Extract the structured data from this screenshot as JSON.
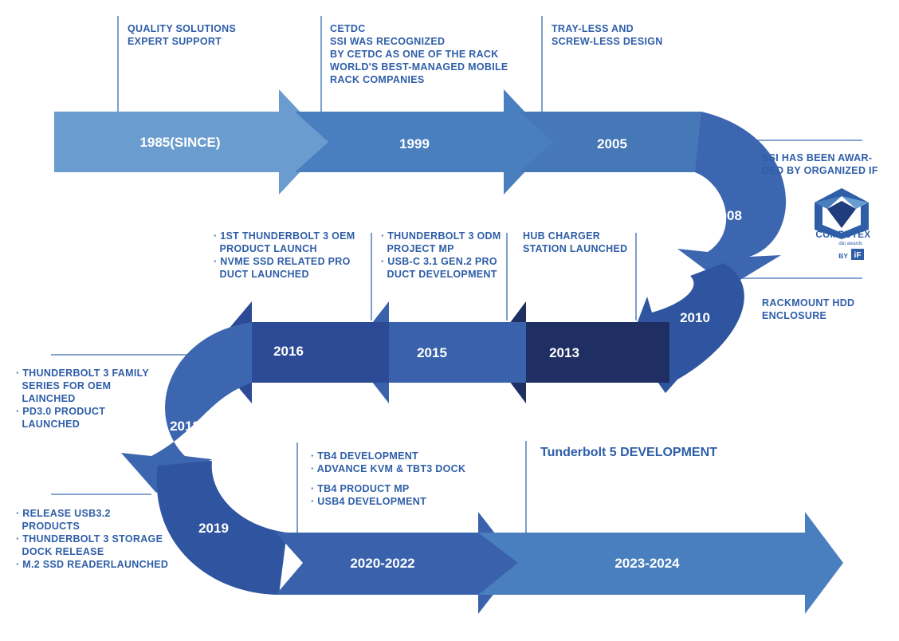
{
  "years": {
    "y1985": "1985(SINCE)",
    "y1999": "1999",
    "y2005": "2005",
    "y2008": "2008",
    "y2010": "2010",
    "y2013": "2013",
    "y2015": "2015",
    "y2016": "2016",
    "y2018": "2018",
    "y2019": "2019",
    "y2020": "2020-2022",
    "y2023": "2023-2024"
  },
  "notes": {
    "n1985": [
      "QUALITY SOLUTIONS",
      "EXPERT SUPPORT"
    ],
    "n1999": [
      "CETDC",
      "SSI WAS RECOGNIZED",
      "BY CETDC AS ONE OF THE RACK",
      "WORLD'S BEST-MANAGED MOBILE",
      "RACK COMPANIES"
    ],
    "n2005": [
      "TRAY-LESS AND",
      "SCREW-LESS DESIGN"
    ],
    "n2008": [
      "SSI HAS BEEN AWAR-",
      "DED BY ORGANIZED IF"
    ],
    "n2010": [
      "RACKMOUNT HDD",
      "ENCLOSURE"
    ],
    "n2013": [
      "HUB CHARGER",
      "STATION LAUNCHED"
    ],
    "n2015": [
      "· THUNDERBOLT 3 ODM",
      "  PROJECT MP",
      "· USB-C 3.1 GEN.2 PRO",
      "  DUCT DEVELOPMENT"
    ],
    "n2016": [
      "· 1ST THUNDERBOLT 3 OEM",
      "  PRODUCT LAUNCH",
      "· NVME SSD RELATED PRO",
      "  DUCT LAUNCHED"
    ],
    "n2018": [
      "· THUNDERBOLT 3 FAMILY",
      "  SERIES FOR OEM",
      "  LAINCHED",
      "· PD3.0 PRODUCT",
      "  LAUNCHED"
    ],
    "n2019": [
      "· RELEASE USB3.2",
      "  PRODUCTS",
      "· THUNDERBOLT 3 STORAGE",
      "  DOCK RELEASE",
      "· M.2 SSD READERLAUNCHED"
    ],
    "n2020a": [
      "· TB4 DEVELOPMENT",
      "· ADVANCE KVM & TBT3 DOCK"
    ],
    "n2020b": [
      "· TB4 PRODUCT MP",
      "· USB4 DEVELOPMENT"
    ],
    "n2023": "Tunderbolt 5 DEVELOPMENT"
  },
  "logo": {
    "brand": "COMPUTEX",
    "sub": "d&i awards",
    "by": "BY",
    "badge": "iF"
  },
  "colors": {
    "light": "#6a9ccf",
    "mid": "#4a7fbf",
    "steel": "#4677b6",
    "medium": "#3d66b0",
    "deep": "#2f55a0",
    "navy": "#263f7c",
    "darkest": "#1f2f63",
    "text": "#2e5ea8"
  }
}
